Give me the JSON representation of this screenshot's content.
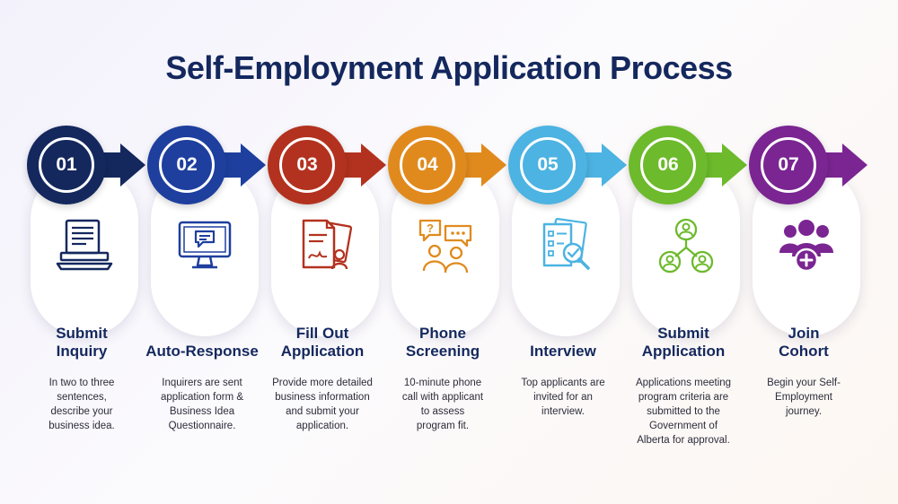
{
  "title": "Self-Employment Application Process",
  "steps": [
    {
      "number": "01",
      "color": "#14285e",
      "icon": "document-laptop-icon",
      "heading_lines": [
        "Submit",
        "Inquiry"
      ],
      "desc_lines": [
        "In two to three",
        "sentences,",
        "describe your",
        "business idea."
      ]
    },
    {
      "number": "02",
      "color": "#1e3f9e",
      "icon": "monitor-message-icon",
      "heading_lines": [
        "Auto-Response"
      ],
      "desc_lines": [
        "Inquirers are sent",
        "application form &",
        "Business Idea",
        "Questionnaire."
      ]
    },
    {
      "number": "03",
      "color": "#b3321f",
      "icon": "signed-documents-icon",
      "heading_lines": [
        "Fill Out",
        "Application"
      ],
      "desc_lines": [
        "Provide more detailed",
        "business information",
        "and submit your",
        "application."
      ]
    },
    {
      "number": "04",
      "color": "#e08a1e",
      "icon": "phone-chat-people-icon",
      "heading_lines": [
        "Phone",
        "Screening"
      ],
      "desc_lines": [
        "10-minute phone",
        "call with applicant",
        "to assess",
        "program fit."
      ]
    },
    {
      "number": "05",
      "color": "#4cb3e2",
      "icon": "document-review-icon",
      "heading_lines": [
        "Interview"
      ],
      "desc_lines": [
        "Top applicants are",
        "invited for an",
        "interview."
      ]
    },
    {
      "number": "06",
      "color": "#6dba2c",
      "icon": "network-people-icon",
      "heading_lines": [
        "Submit",
        "Application"
      ],
      "desc_lines": [
        "Applications meeting",
        "program criteria are",
        "submitted to the",
        "Government of",
        "Alberta for approval."
      ]
    },
    {
      "number": "07",
      "color": "#7a2592",
      "icon": "group-add-icon",
      "heading_lines": [
        "Join",
        "Cohort"
      ],
      "desc_lines": [
        "Begin your Self-",
        "Employment",
        "journey."
      ]
    }
  ]
}
